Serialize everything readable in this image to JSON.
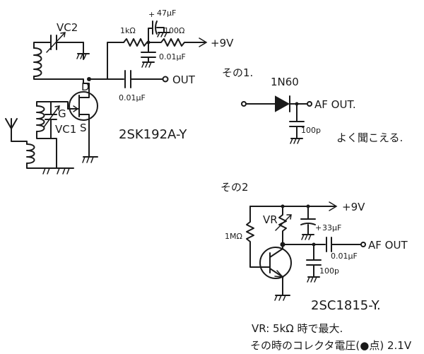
{
  "circuit_main": {
    "vc2": "VC2",
    "r1": "1kΩ",
    "c_elec": "47μF",
    "c_elec_polarity": "+",
    "r2": "100Ω",
    "supply": "+9V",
    "c_bypass": "0.01μF",
    "out": "OUT",
    "c_coupling": "0.01μF",
    "drain": "D",
    "gate": "G",
    "source": "S",
    "vc1": "VC1",
    "part": "2SK192A-Y"
  },
  "circuit_alt1": {
    "title": "その1.",
    "diode": "1N60",
    "out": "AF OUT.",
    "cap": "100p",
    "note": "よく聞こえる."
  },
  "circuit_alt2": {
    "title": "その2",
    "supply": "+9V",
    "vr": "VR",
    "res": "1MΩ",
    "cap_elec": "33μF",
    "cap_elec_polarity": "+",
    "cap_coupling": "0.01μF",
    "out": "AF OUT",
    "cap_small": "100p",
    "part": "2SC1815-Y."
  },
  "notes": {
    "line1": "VR: 5kΩ 時で最大.",
    "line2": "その時のコレクタ電圧(●点) 2.1V"
  }
}
